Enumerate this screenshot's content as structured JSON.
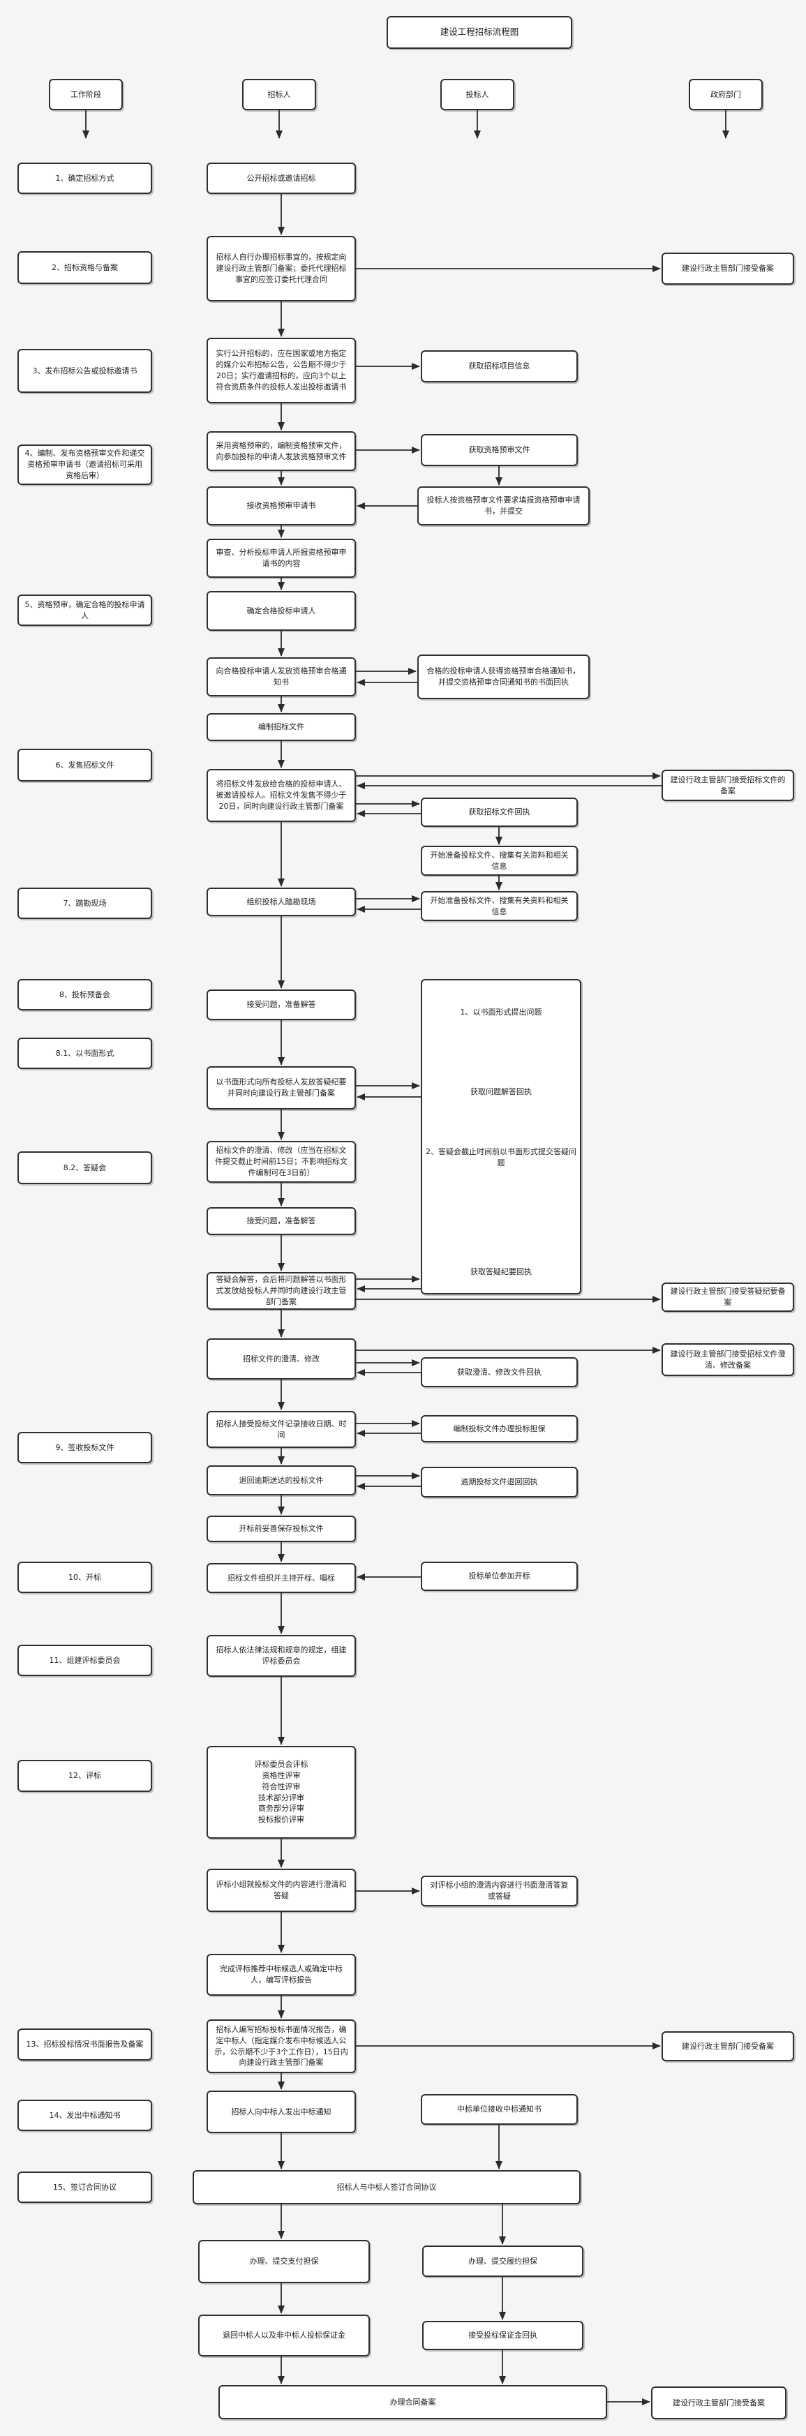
{
  "colors": {
    "background": "#f5f5f5",
    "box_fill": "#ffffff",
    "box_border": "#2f2f2f",
    "arrow": "#2b2b2b",
    "text": "#222222"
  },
  "title": "建设工程招标流程图",
  "headers": {
    "stage": "工作阶段",
    "tenderer": "招标人",
    "bidder": "投标人",
    "government": "政府部门"
  },
  "steps": {
    "s1": "1、确定招标方式",
    "s2": "2、招标资格与备案",
    "s3": "3、发布招标公告或投标邀请书",
    "s4": "4、编制、发布资格预审文件和递交资格预审申请书（邀请招标可采用资格后审）",
    "s5": "5、资格预审，确定合格的投标申请人",
    "s6": "6、发售招标文件",
    "s7": "7、踏勘现场",
    "s8": "8、投标预备会",
    "s8_1": "8.1、以书面形式",
    "s8_2": "8.2、答疑会",
    "s9": "9、签收投标文件",
    "s10": "10、开标",
    "s11": "11、组建评标委员会",
    "s12": "12、评标",
    "s13": "13、招标投标情况书面报告及备案",
    "s14": "14、发出中标通知书",
    "s15": "15、签订合同协议"
  },
  "tenderer": {
    "m1": "公开招标或邀请招标",
    "m2": "招标人自行办理招标事宜的，按规定向建设行政主管部门备案；委托代理招标事宜的应签订委托代理合同",
    "m3": "实行公开招标的，应在国家或地方指定的媒介公布招标公告，公告期不得少于20日；实行邀请招标的，应向3个以上符合资质条件的投标人发出投标邀请书",
    "m4": "采用资格预审的，编制资格预审文件，向参加投标的申请人发放资格预审文件",
    "m5": "接收资格预审申请书",
    "m6": "审查、分析投标申请人所报资格预审申请书的内容",
    "m7": "确定合格投标申请人",
    "m8": "向合格投标申请人发放资格预审合格通知书",
    "m9": "编制招标文件",
    "m10": "将招标文件发放给合格的投标申请人、被邀请投标人。招标文件发售不得少于20日，同时向建设行政主管部门备案",
    "m11": "组织投标人踏勘现场",
    "m12": "接受问题，准备解答",
    "m13": "以书面形式向所有投标人发放答疑纪要并同时向建设行政主管部门备案",
    "m14": "招标文件的澄清、修改（应当在招标文件提交截止时间前15日；不影响招标文件编制可在3日前）",
    "m15": "接受问题，准备解答",
    "m16": "答疑会解答，会后将问题解答以书面形式发放给投标人并同时向建设行政主管部门备案",
    "m17": "招标文件的澄清、修改",
    "m18": "招标人接受投标文件记录接收日期、时间",
    "m19": "退回逾期送达的投标文件",
    "m20": "开标前妥善保存投标文件",
    "m21": "招标文件组织并主持开标、唱标",
    "m22": "招标人依法律法规和规章的规定，组建评标委员会",
    "m23": "评标委员会评标\n资格性评审\n符合性评审\n技术部分评审\n商务部分评审\n投标报价评审",
    "m24": "评标小组就投标文件的内容进行澄清和答疑",
    "m25": "完成评标推荐中标候选人或确定中标人，编写评标报告",
    "m26": "招标人编写招标投标书面情况报告，确定中标人（指定媒介发布中标候选人公示，公示期不少于3个工作日），15日内向建设行政主管部门备案",
    "m27": "招标人向中标人发出中标通知",
    "m28": "招标人与中标人签订合同协议",
    "m29": "办理、提交支付担保",
    "m30": "退回中标人以及非中标人投标保证金",
    "m31": "办理合同备案"
  },
  "bidder": {
    "b1": "获取招标项目信息",
    "b2": "获取资格预审文件",
    "b3": "投标人按资格预审文件要求填报资格预审申请书，并提交",
    "b4": "合格的投标申请人获得资格预审合格通知书，并提交资格预审合同通知书的书面回执",
    "b5": "获取招标文件回执",
    "b6": "开始准备投标文件、搜集有关资料和相关信息",
    "b7": "开始准备投标文件、搜集有关资料和相关信息",
    "panel": {
      "q1": "1、以书面形式提出问题",
      "r1": "获取问题解答回执",
      "q2": "2、答疑会截止时间前以书面形式提交答疑问题",
      "r2": "获取答疑纪要回执"
    },
    "b8": "获取澄清、修改文件回执",
    "b9": "编制投标文件办理投标担保",
    "b10": "逾期投标文件退回回执",
    "b11": "投标单位参加开标",
    "b12": "对评标小组的澄清内容进行书面澄清答复或答疑",
    "b13": "中标单位接收中标通知书",
    "b14": "办理、提交履约担保",
    "b15": "接受投标保证金回执"
  },
  "government": {
    "g1": "建设行政主管部门接受备案",
    "g2": "建设行政主管部门接受招标文件的备案",
    "g3": "建设行政主管部门接受答疑纪要备案",
    "g4": "建设行政主管部门接受招标文件澄清、修改备案",
    "g5": "建设行政主管部门接受备案",
    "g6": "建设行政主管部门接受备案"
  }
}
